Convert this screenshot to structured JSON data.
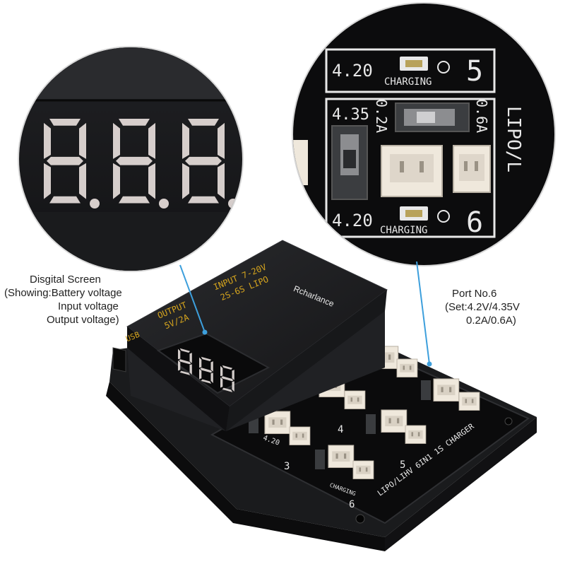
{
  "colors": {
    "background": "#ffffff",
    "device_body": "#1b1c1e",
    "board": "#0c0c0d",
    "digit_glow": "#e9e2df",
    "silkscreen": "#e8e8e8",
    "printed_label": "#d6a51e",
    "callout_line": "#3d9fdc",
    "connector": "#efe8dc"
  },
  "zoom_left": {
    "digits": [
      "8.",
      "8.",
      "8."
    ]
  },
  "zoom_right": {
    "top_voltage": "4.20",
    "top_status": "CHARGING",
    "top_port_no": "5",
    "left_voltage_hi": "4.35",
    "current_a": "0.2A",
    "current_b": "0.6A",
    "side_text": "LIPO/L",
    "bottom_voltage": "4.20",
    "bottom_status": "CHARGING",
    "bottom_port_no": "6"
  },
  "callouts": {
    "screen": [
      "Disgital Screen",
      "(Showing:Battery voltage",
      "Input voltage",
      "Output voltage)"
    ],
    "port": [
      "Port No.6",
      "(Set:4.2V/4.35V",
      "0.2A/0.6A)"
    ]
  },
  "device": {
    "usb": "USB",
    "output_label": "OUTPUT",
    "output_value": "5V/2A",
    "input_label": "INPUT 7-20V",
    "input_value": "2S-6S LIPO",
    "brand": "Rcharlance",
    "charger_name": "LIPO/LIHV 6IN1 1S CHARGER",
    "display_digits": [
      "8.",
      "8.",
      "8."
    ],
    "port_voltage": "4.20",
    "port_status": "CHARGING",
    "port_numbers": [
      "3",
      "4",
      "5",
      "6"
    ]
  }
}
